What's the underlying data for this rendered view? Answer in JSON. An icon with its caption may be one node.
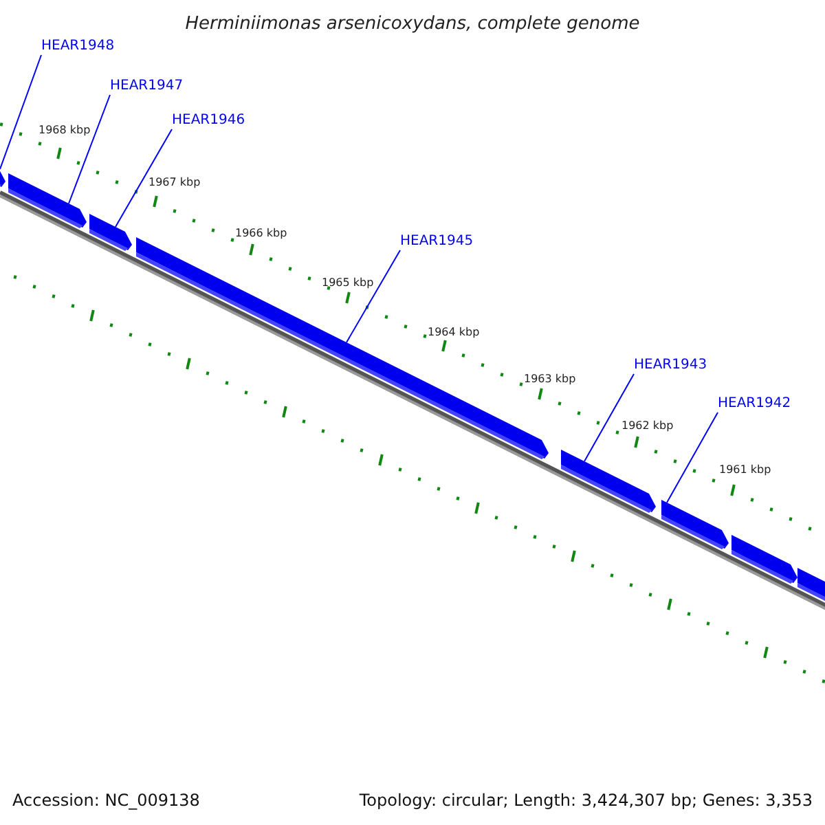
{
  "diagram": {
    "title": "Herminiimonas arsenicoxydans, complete genome",
    "nodes": [
      {
        "text": [
          "HEAR1948"
        ]
      },
      {
        "text": [
          "HEAR1947"
        ]
      },
      {
        "text": [
          "HEAR1946"
        ]
      },
      {
        "text": [
          "HEAR1945"
        ]
      },
      {
        "text": [
          "HEAR1943"
        ]
      },
      {
        "text": [
          "HEAR1942"
        ]
      },
      {
        "text": [],
        "shape": "bar"
      },
      {
        "text": [],
        "shape": "bar"
      },
      {
        "text": [],
        "shape": "bar"
      },
      {
        "text": [],
        "shape": "bar"
      },
      {
        "text": [],
        "shape": "bar"
      },
      {
        "text": [],
        "shape": "bar"
      },
      {
        "text": [],
        "shape": "bar"
      },
      {
        "text": [],
        "shape": "bar"
      }
    ],
    "edges": [
      {
        "from": 0,
        "to": 6,
        "arrow": "none"
      },
      {
        "from": 1,
        "to": 7,
        "arrow": "none"
      },
      {
        "from": 2,
        "to": 8,
        "arrow": "none"
      },
      {
        "from": 3,
        "to": 9,
        "arrow": "none"
      },
      {
        "from": 4,
        "to": 10,
        "arrow": "none"
      },
      {
        "from": 5,
        "to": 11,
        "arrow": "none"
      }
    ],
    "labels": [
      "1968 kbp",
      "1967 kbp",
      "1966 kbp",
      "1965 kbp",
      "1964 kbp",
      "1963 kbp",
      "1962 kbp",
      "1961 kbp",
      "Accession: NC_009138",
      "Topology: circular; Length: 3,424,307 bp; Genes: 3,353"
    ]
  }
}
